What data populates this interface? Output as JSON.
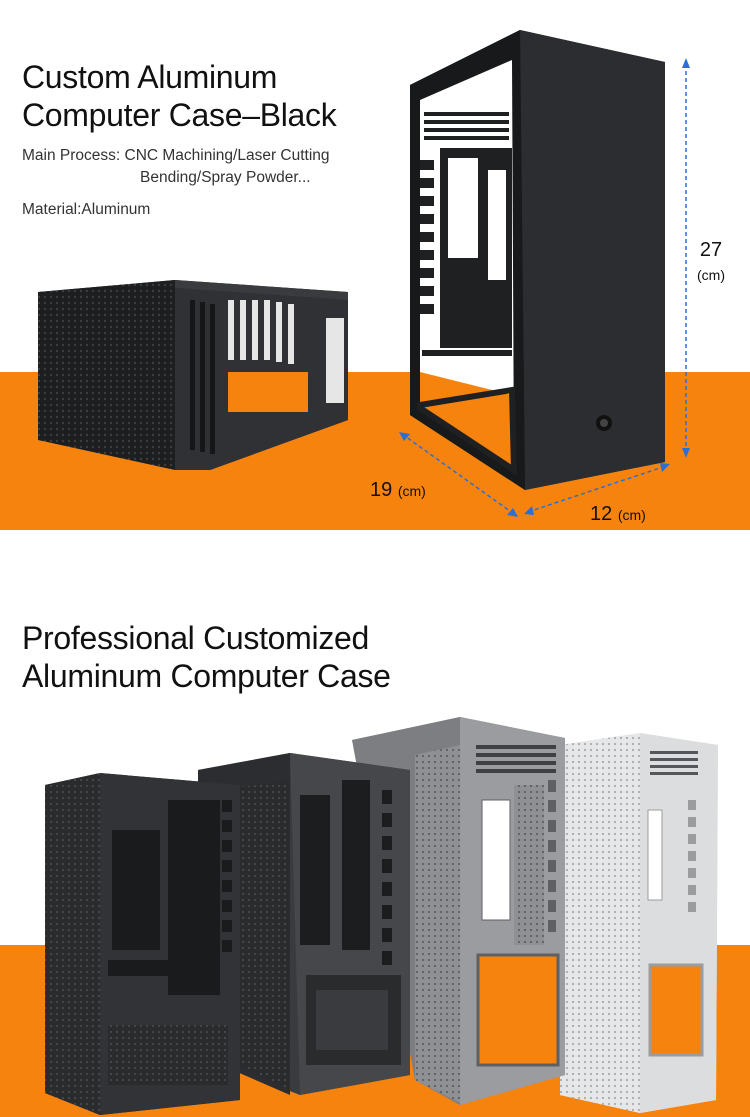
{
  "section1": {
    "title_line1": "Custom Aluminum",
    "title_line2": "Computer Case–Black",
    "process_label": "Main Process: CNC Machining/Laser Cutting",
    "process_line2": "Bending/Spray Powder...",
    "material": "Material:Aluminum",
    "dimensions": {
      "height_value": "27",
      "height_unit": "(cm)",
      "depth_value": "19",
      "depth_unit": "(cm)",
      "width_value": "12",
      "width_unit": "(cm)"
    }
  },
  "section2": {
    "title_line1": "Professional Customized",
    "title_line2": "Aluminum Computer Case"
  },
  "colors": {
    "accent_orange": "#f7830f",
    "case_black": "#2a2b2d",
    "case_gray": "#8e9093",
    "case_white": "#e6e7e8",
    "dimension_line": "#2a6fd6"
  }
}
